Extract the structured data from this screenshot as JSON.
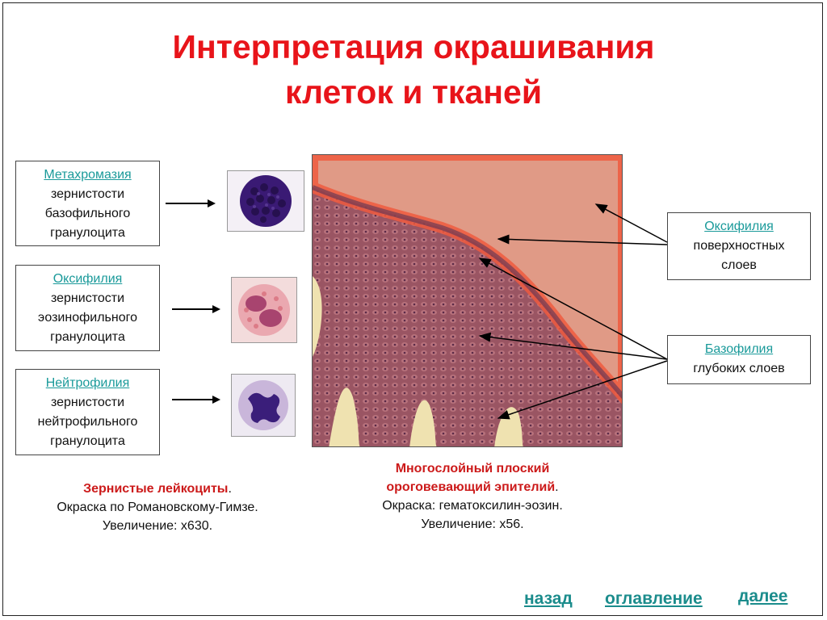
{
  "title": {
    "line1": "Интерпретация окрашивания",
    "line2": "клеток и тканей"
  },
  "left_labels": [
    {
      "term": "Метахромазия",
      "line1": "зернистости",
      "line2": "базофильного",
      "line3": "гранулоцита"
    },
    {
      "term": "Оксифилия",
      "line1": "зернистости",
      "line2": "эозинофильного",
      "line3": "гранулоцита"
    },
    {
      "term": "Нейтрофилия",
      "line1": "зернистости",
      "line2": "нейтрофильного",
      "line3": "гранулоцита"
    }
  ],
  "right_labels": [
    {
      "term": "Оксифилия",
      "line1": "поверхностных",
      "line2": "слоев"
    },
    {
      "term": "Базофилия",
      "line1": "глубоких слоев"
    }
  ],
  "captions": {
    "left": {
      "heading": "Зернистые лейкоциты",
      "stain": "Окраска по Романовскому-Гимзе.",
      "zoom": "Увеличение: х630."
    },
    "center": {
      "heading_line1": "Многослойный плоский",
      "heading_line2": "ороговевающий эпителий",
      "stain": "Окраска: гематоксилин-эозин.",
      "zoom": "Увеличение: х56."
    }
  },
  "nav": {
    "back": "назад",
    "contents": "оглавление",
    "next": "далее"
  },
  "colors": {
    "title": "#e8141a",
    "link": "#1a9a9a",
    "nav": "#1b8c8c",
    "caption_red": "#cc1a1a"
  }
}
